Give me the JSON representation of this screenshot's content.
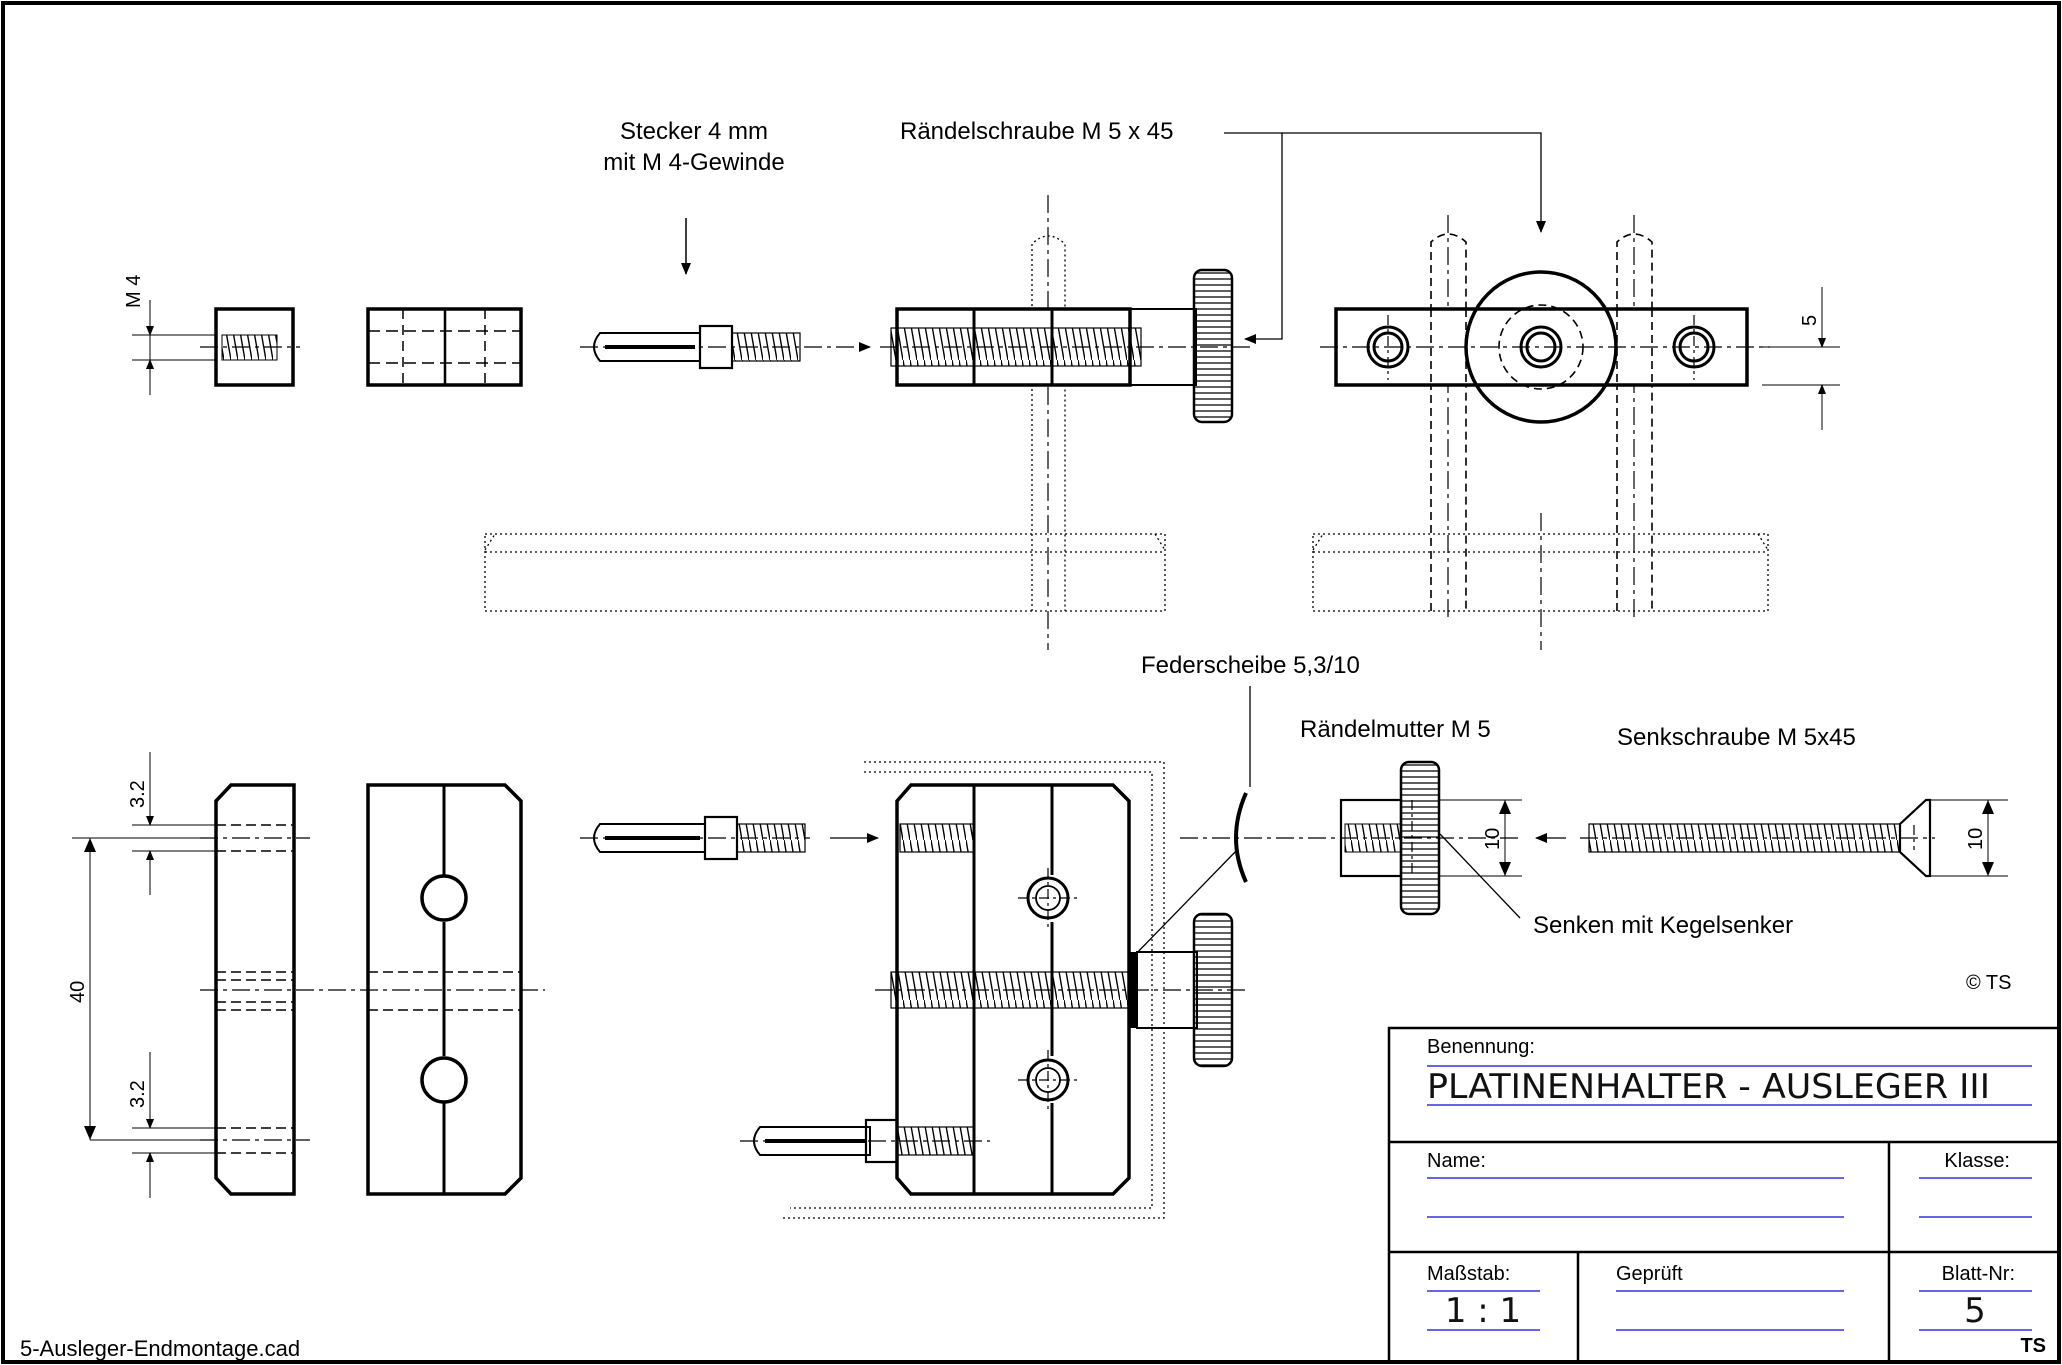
{
  "labels": {
    "stecker": [
      "Stecker 4 mm",
      "mit  M 4-Gewinde"
    ],
    "raendelschraube": "Rändelschraube M 5 x 45",
    "federscheibe": "Federscheibe 5,3/10",
    "raendelmutter": "Rändelmutter M 5",
    "senkschraube": "Senkschraube M 5x45",
    "senken": "Senken mit Kegelsenker",
    "copyright": "© TS",
    "filename": "5-Ausleger-Endmontage.cad"
  },
  "dimensions": {
    "m4": "M 4",
    "five": "5",
    "three_two_top": "3.2",
    "forty": "40",
    "three_two_bottom": "3.2",
    "ten_nut": "10",
    "ten_screw": "10"
  },
  "title_block": {
    "benennung_label": "Benennung:",
    "title": "PLATINENHALTER - AUSLEGER III",
    "name_label": "Name:",
    "klasse_label": "Klasse:",
    "massstab_label": "Maßstab:",
    "massstab_value": "1 : 1",
    "geprueft_label": "Geprüft",
    "blatt_label": "Blatt-Nr:",
    "blatt_value": "5",
    "ts_mark": "TS"
  }
}
